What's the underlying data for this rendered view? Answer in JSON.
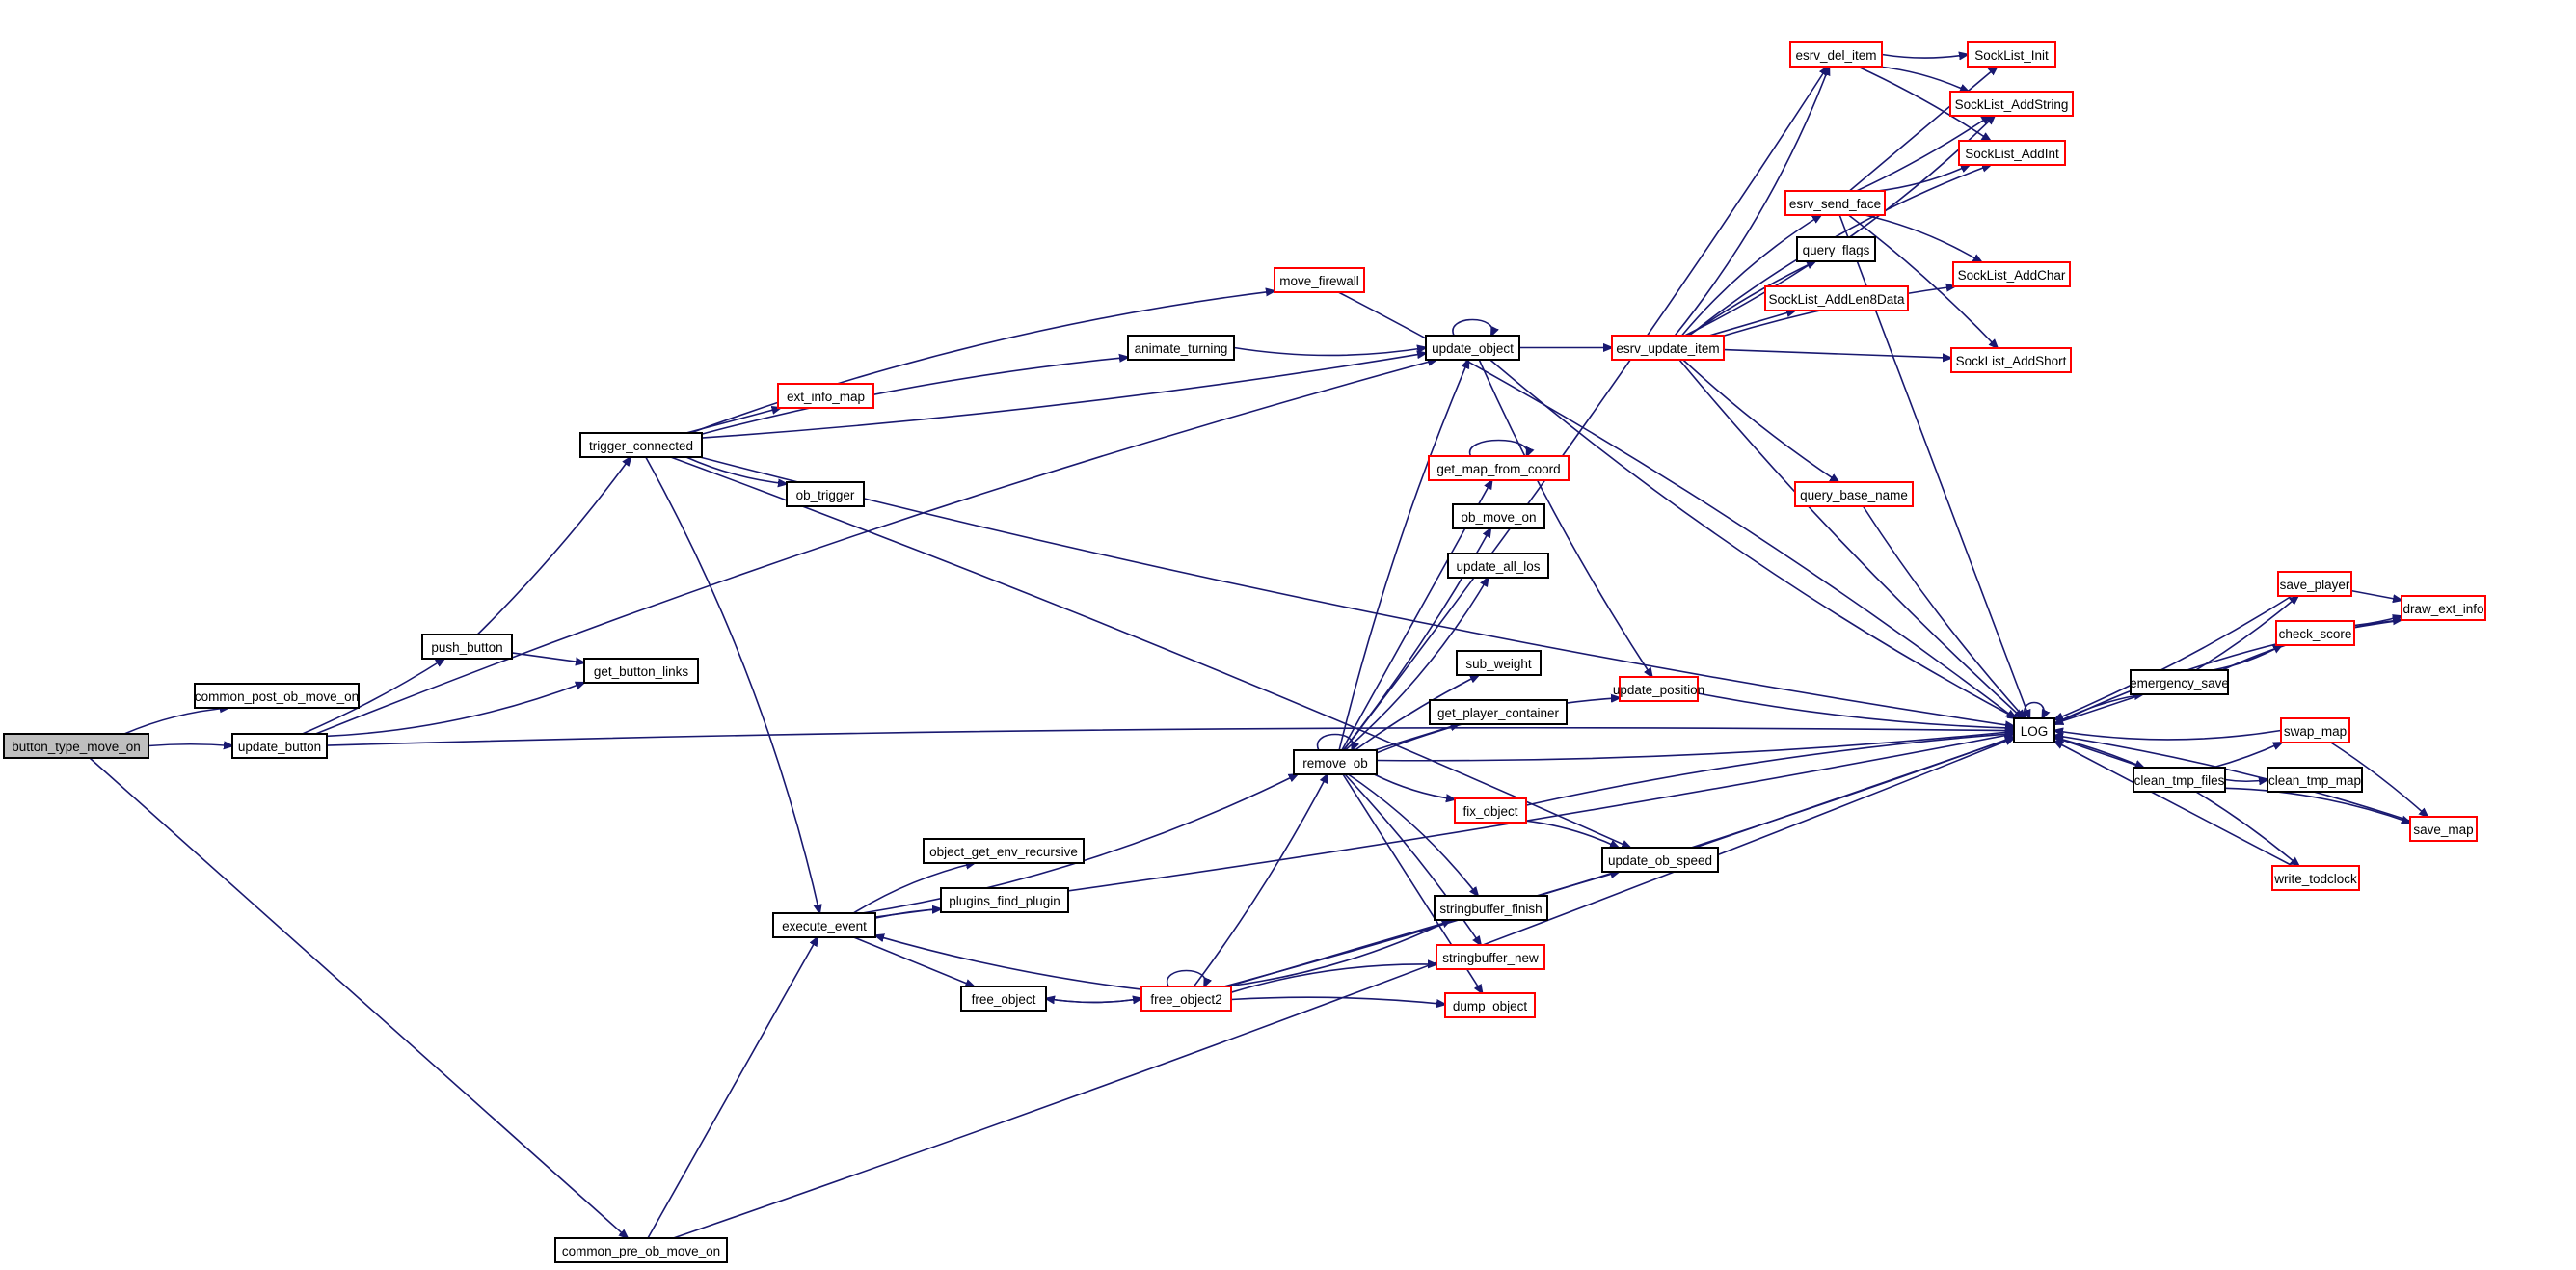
{
  "graph": {
    "title": "Call graph of button_type_move_on",
    "colors": {
      "edge": "#191970",
      "root_fill": "#bfbfbf",
      "node_fill": "#ffffff",
      "node_border": "#000000",
      "truncated_border": "#ff0000"
    },
    "nodes": [
      {
        "id": "button_type_move_on",
        "label": "button_type_move_on",
        "kind": "root"
      },
      {
        "id": "common_post_ob_move_on",
        "label": "common_post_ob_move_on",
        "kind": "normal"
      },
      {
        "id": "update_button",
        "label": "update_button",
        "kind": "normal"
      },
      {
        "id": "push_button",
        "label": "push_button",
        "kind": "normal"
      },
      {
        "id": "get_button_links",
        "label": "get_button_links",
        "kind": "normal"
      },
      {
        "id": "trigger_connected",
        "label": "trigger_connected",
        "kind": "normal"
      },
      {
        "id": "common_pre_ob_move_on",
        "label": "common_pre_ob_move_on",
        "kind": "normal"
      },
      {
        "id": "execute_event",
        "label": "execute_event",
        "kind": "normal"
      },
      {
        "id": "object_get_env_recursive",
        "label": "object_get_env_recursive",
        "kind": "normal"
      },
      {
        "id": "plugins_find_plugin",
        "label": "plugins_find_plugin",
        "kind": "normal"
      },
      {
        "id": "free_object",
        "label": "free_object",
        "kind": "normal"
      },
      {
        "id": "free_object2",
        "label": "free_object2",
        "kind": "truncated"
      },
      {
        "id": "ext_info_map",
        "label": "ext_info_map",
        "kind": "truncated"
      },
      {
        "id": "ob_trigger",
        "label": "ob_trigger",
        "kind": "normal"
      },
      {
        "id": "animate_turning",
        "label": "animate_turning",
        "kind": "normal"
      },
      {
        "id": "move_firewall",
        "label": "move_firewall",
        "kind": "truncated"
      },
      {
        "id": "update_object",
        "label": "update_object",
        "kind": "normal"
      },
      {
        "id": "get_map_from_coord",
        "label": "get_map_from_coord",
        "kind": "truncated"
      },
      {
        "id": "ob_move_on",
        "label": "ob_move_on",
        "kind": "normal"
      },
      {
        "id": "update_all_los",
        "label": "update_all_los",
        "kind": "normal"
      },
      {
        "id": "sub_weight",
        "label": "sub_weight",
        "kind": "normal"
      },
      {
        "id": "get_player_container",
        "label": "get_player_container",
        "kind": "normal"
      },
      {
        "id": "remove_ob",
        "label": "remove_ob",
        "kind": "normal"
      },
      {
        "id": "fix_object",
        "label": "fix_object",
        "kind": "truncated"
      },
      {
        "id": "update_ob_speed",
        "label": "update_ob_speed",
        "kind": "normal"
      },
      {
        "id": "stringbuffer_finish",
        "label": "stringbuffer_finish",
        "kind": "normal"
      },
      {
        "id": "stringbuffer_new",
        "label": "stringbuffer_new",
        "kind": "truncated"
      },
      {
        "id": "dump_object",
        "label": "dump_object",
        "kind": "truncated"
      },
      {
        "id": "update_position",
        "label": "update_position",
        "kind": "truncated"
      },
      {
        "id": "esrv_update_item",
        "label": "esrv_update_item",
        "kind": "truncated"
      },
      {
        "id": "esrv_del_item",
        "label": "esrv_del_item",
        "kind": "truncated"
      },
      {
        "id": "esrv_send_face",
        "label": "esrv_send_face",
        "kind": "truncated"
      },
      {
        "id": "query_flags",
        "label": "query_flags",
        "kind": "normal"
      },
      {
        "id": "SockList_AddLen8Data",
        "label": "SockList_AddLen8Data",
        "kind": "truncated"
      },
      {
        "id": "query_base_name",
        "label": "query_base_name",
        "kind": "truncated"
      },
      {
        "id": "SockList_Init",
        "label": "SockList_Init",
        "kind": "truncated"
      },
      {
        "id": "SockList_AddString",
        "label": "SockList_AddString",
        "kind": "truncated"
      },
      {
        "id": "SockList_AddInt",
        "label": "SockList_AddInt",
        "kind": "truncated"
      },
      {
        "id": "SockList_AddChar",
        "label": "SockList_AddChar",
        "kind": "truncated"
      },
      {
        "id": "SockList_AddShort",
        "label": "SockList_AddShort",
        "kind": "truncated"
      },
      {
        "id": "LOG",
        "label": "LOG",
        "kind": "normal"
      },
      {
        "id": "emergency_save",
        "label": "emergency_save",
        "kind": "normal"
      },
      {
        "id": "save_player",
        "label": "save_player",
        "kind": "truncated"
      },
      {
        "id": "check_score",
        "label": "check_score",
        "kind": "truncated"
      },
      {
        "id": "draw_ext_info",
        "label": "draw_ext_info",
        "kind": "truncated"
      },
      {
        "id": "swap_map",
        "label": "swap_map",
        "kind": "truncated"
      },
      {
        "id": "clean_tmp_files",
        "label": "clean_tmp_files",
        "kind": "normal"
      },
      {
        "id": "clean_tmp_map",
        "label": "clean_tmp_map",
        "kind": "normal"
      },
      {
        "id": "save_map",
        "label": "save_map",
        "kind": "truncated"
      },
      {
        "id": "write_todclock",
        "label": "write_todclock",
        "kind": "truncated"
      }
    ],
    "edges": [
      [
        "button_type_move_on",
        "common_post_ob_move_on"
      ],
      [
        "button_type_move_on",
        "update_button"
      ],
      [
        "button_type_move_on",
        "common_pre_ob_move_on"
      ],
      [
        "update_button",
        "push_button"
      ],
      [
        "update_button",
        "get_button_links"
      ],
      [
        "update_button",
        "update_object"
      ],
      [
        "update_button",
        "LOG"
      ],
      [
        "push_button",
        "get_button_links"
      ],
      [
        "push_button",
        "trigger_connected"
      ],
      [
        "trigger_connected",
        "LOG"
      ],
      [
        "trigger_connected",
        "move_firewall"
      ],
      [
        "trigger_connected",
        "animate_turning"
      ],
      [
        "trigger_connected",
        "ext_info_map"
      ],
      [
        "trigger_connected",
        "update_object"
      ],
      [
        "trigger_connected",
        "ob_trigger"
      ],
      [
        "trigger_connected",
        "execute_event"
      ],
      [
        "trigger_connected",
        "update_ob_speed"
      ],
      [
        "common_pre_ob_move_on",
        "execute_event"
      ],
      [
        "common_pre_ob_move_on",
        "LOG"
      ],
      [
        "execute_event",
        "remove_ob"
      ],
      [
        "execute_event",
        "object_get_env_recursive"
      ],
      [
        "execute_event",
        "plugins_find_plugin"
      ],
      [
        "execute_event",
        "free_object"
      ],
      [
        "execute_event",
        "LOG"
      ],
      [
        "free_object",
        "free_object2"
      ],
      [
        "free_object2",
        "free_object"
      ],
      [
        "free_object2",
        "execute_event"
      ],
      [
        "free_object2",
        "free_object2"
      ],
      [
        "free_object2",
        "remove_ob"
      ],
      [
        "free_object2",
        "stringbuffer_finish"
      ],
      [
        "free_object2",
        "stringbuffer_new"
      ],
      [
        "free_object2",
        "dump_object"
      ],
      [
        "free_object2",
        "update_ob_speed"
      ],
      [
        "free_object2",
        "LOG"
      ],
      [
        "animate_turning",
        "update_object"
      ],
      [
        "move_firewall",
        "LOG"
      ],
      [
        "update_object",
        "update_object"
      ],
      [
        "update_object",
        "esrv_update_item"
      ],
      [
        "update_object",
        "update_position"
      ],
      [
        "update_object",
        "LOG"
      ],
      [
        "remove_ob",
        "remove_ob"
      ],
      [
        "remove_ob",
        "update_object"
      ],
      [
        "remove_ob",
        "get_map_from_coord"
      ],
      [
        "remove_ob",
        "ob_move_on"
      ],
      [
        "remove_ob",
        "update_all_los"
      ],
      [
        "remove_ob",
        "update_position"
      ],
      [
        "remove_ob",
        "sub_weight"
      ],
      [
        "remove_ob",
        "get_player_container"
      ],
      [
        "remove_ob",
        "LOG"
      ],
      [
        "remove_ob",
        "fix_object"
      ],
      [
        "remove_ob",
        "stringbuffer_finish"
      ],
      [
        "remove_ob",
        "stringbuffer_new"
      ],
      [
        "remove_ob",
        "dump_object"
      ],
      [
        "remove_ob",
        "esrv_del_item"
      ],
      [
        "get_map_from_coord",
        "get_map_from_coord"
      ],
      [
        "fix_object",
        "update_ob_speed"
      ],
      [
        "fix_object",
        "LOG"
      ],
      [
        "update_ob_speed",
        "LOG"
      ],
      [
        "update_position",
        "LOG"
      ],
      [
        "esrv_update_item",
        "esrv_del_item"
      ],
      [
        "esrv_update_item",
        "esrv_send_face"
      ],
      [
        "esrv_update_item",
        "query_flags"
      ],
      [
        "esrv_update_item",
        "SockList_AddLen8Data"
      ],
      [
        "esrv_update_item",
        "query_base_name"
      ],
      [
        "esrv_update_item",
        "SockList_AddString"
      ],
      [
        "esrv_update_item",
        "SockList_AddInt"
      ],
      [
        "esrv_update_item",
        "SockList_AddChar"
      ],
      [
        "esrv_update_item",
        "SockList_AddShort"
      ],
      [
        "esrv_update_item",
        "LOG"
      ],
      [
        "esrv_del_item",
        "SockList_Init"
      ],
      [
        "esrv_del_item",
        "SockList_AddString"
      ],
      [
        "esrv_del_item",
        "SockList_AddInt"
      ],
      [
        "esrv_send_face",
        "SockList_Init"
      ],
      [
        "esrv_send_face",
        "SockList_AddString"
      ],
      [
        "esrv_send_face",
        "SockList_AddInt"
      ],
      [
        "esrv_send_face",
        "SockList_AddChar"
      ],
      [
        "esrv_send_face",
        "SockList_AddShort"
      ],
      [
        "esrv_send_face",
        "LOG"
      ],
      [
        "query_base_name",
        "LOG"
      ],
      [
        "LOG",
        "LOG"
      ],
      [
        "LOG",
        "emergency_save"
      ],
      [
        "LOG",
        "clean_tmp_files"
      ],
      [
        "emergency_save",
        "LOG"
      ],
      [
        "emergency_save",
        "save_player"
      ],
      [
        "emergency_save",
        "check_score"
      ],
      [
        "emergency_save",
        "draw_ext_info"
      ],
      [
        "save_player",
        "LOG"
      ],
      [
        "save_player",
        "draw_ext_info"
      ],
      [
        "check_score",
        "draw_ext_info"
      ],
      [
        "draw_ext_info",
        "LOG"
      ],
      [
        "swap_map",
        "LOG"
      ],
      [
        "swap_map",
        "save_map"
      ],
      [
        "clean_tmp_files",
        "LOG"
      ],
      [
        "clean_tmp_files",
        "swap_map"
      ],
      [
        "clean_tmp_files",
        "clean_tmp_map"
      ],
      [
        "clean_tmp_files",
        "save_map"
      ],
      [
        "clean_tmp_files",
        "write_todclock"
      ],
      [
        "write_todclock",
        "LOG"
      ],
      [
        "save_map",
        "LOG"
      ]
    ]
  }
}
